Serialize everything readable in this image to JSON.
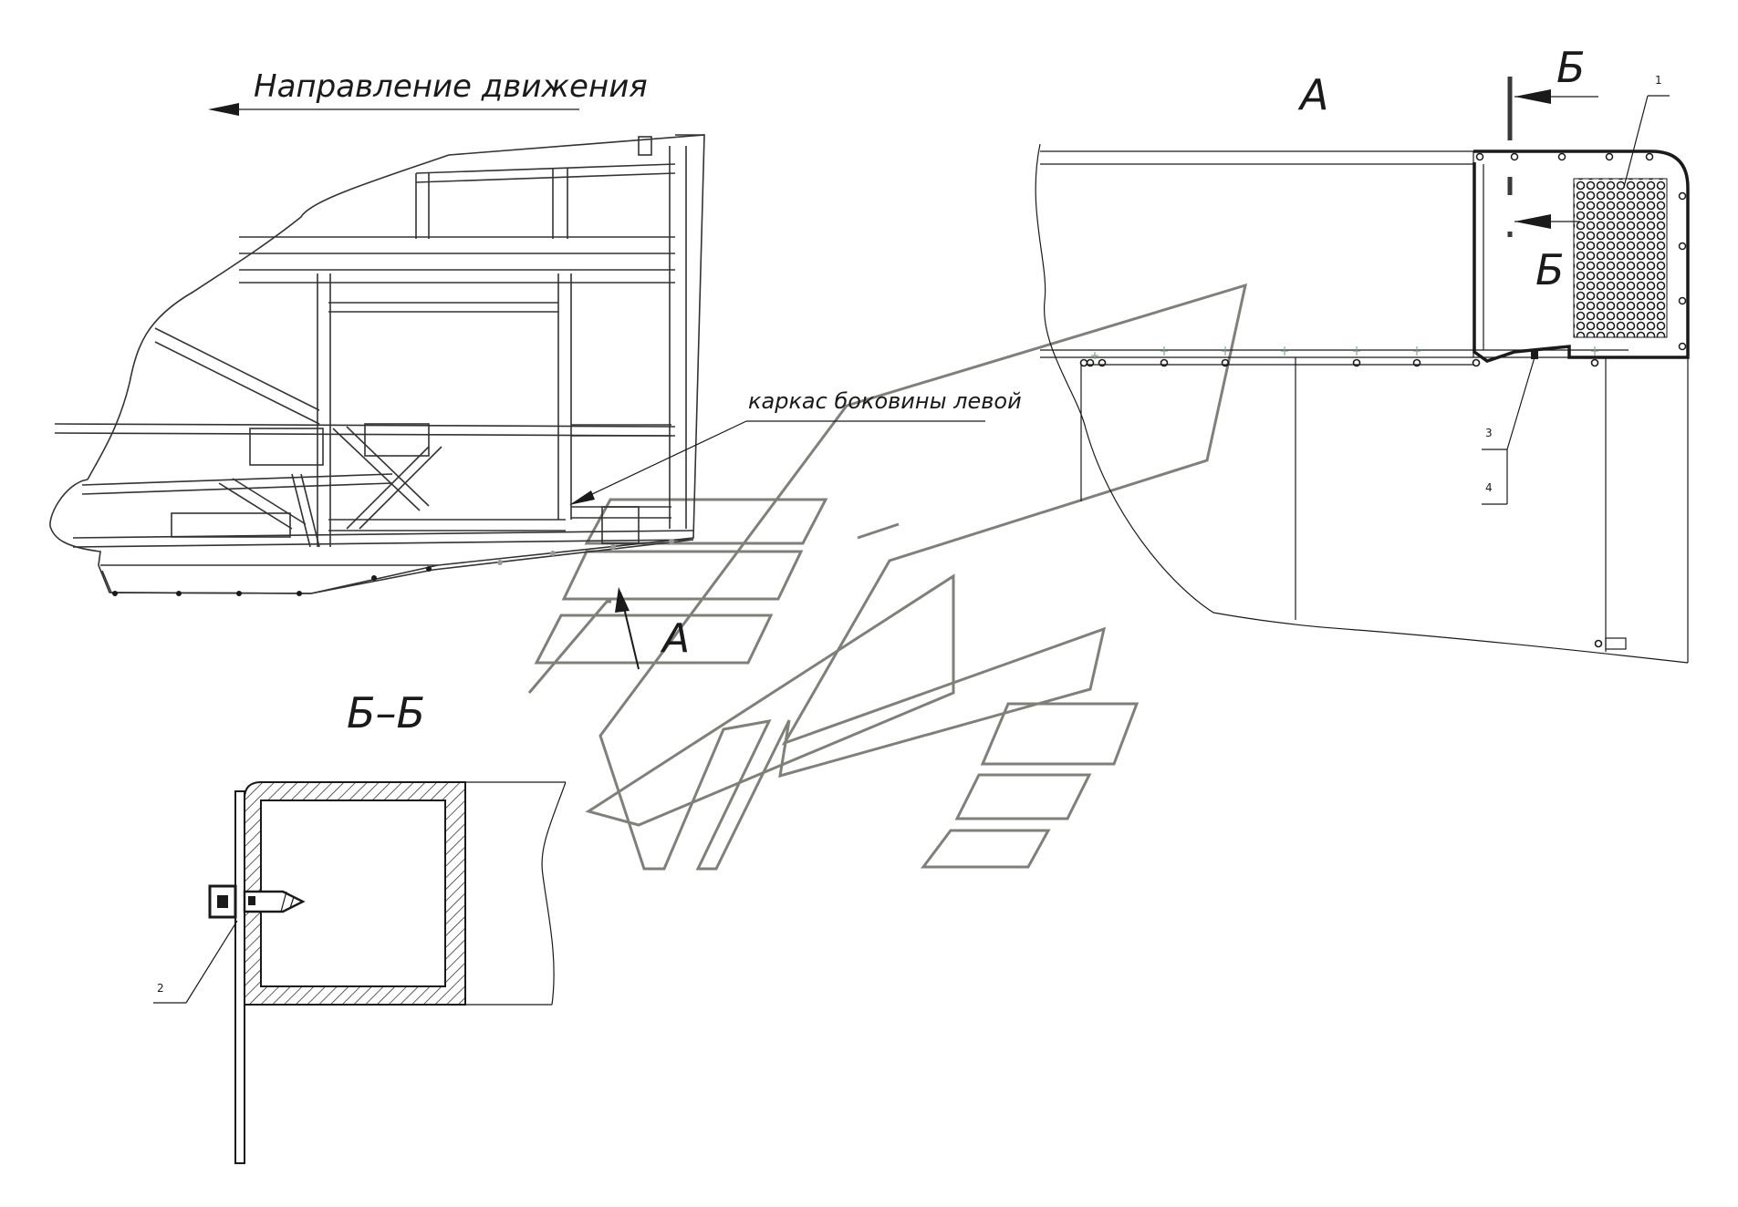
{
  "labels": {
    "direction": "Направление движения",
    "frame_label": "каркас боковины левой",
    "view_a_arrow": "А",
    "view_a_title": "А",
    "section_b_top": "Б",
    "section_b_bottom": "Б",
    "section_title": "Б–Б"
  },
  "callouts": {
    "item_1": "1",
    "item_2": "2",
    "item_3": "3",
    "item_4": "4"
  },
  "colors": {
    "line": "#1a1a1a",
    "watermark": "#7f8078",
    "background": "#ffffff"
  }
}
